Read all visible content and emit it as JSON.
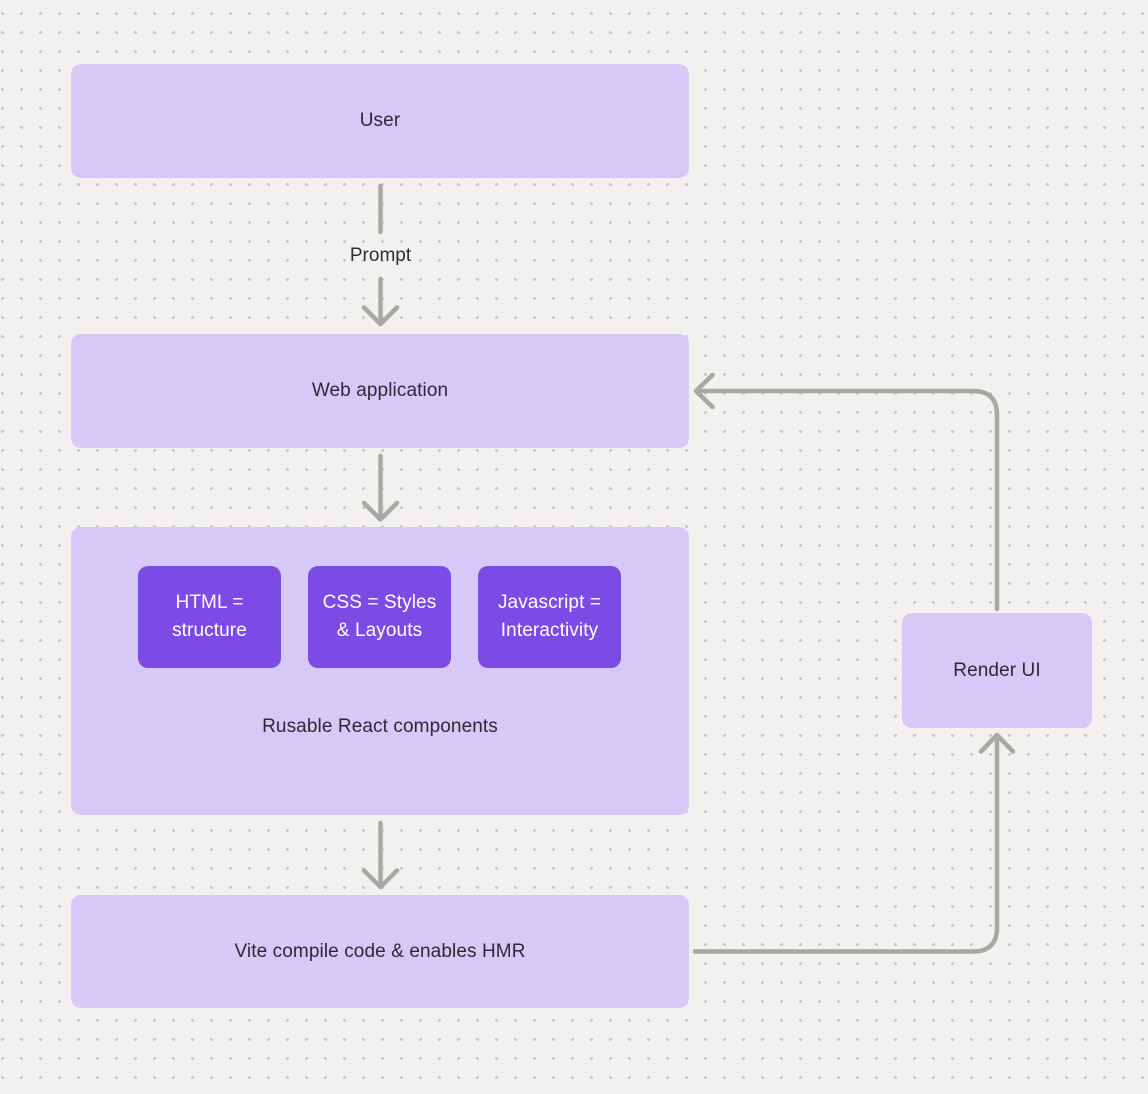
{
  "diagram": {
    "nodes": {
      "user": {
        "label": "User"
      },
      "web_application": {
        "label": "Web application"
      },
      "components_group": {
        "caption": "Rusable React components",
        "items": [
          {
            "label": "HTML = structure"
          },
          {
            "label": "CSS = Styles & Layouts"
          },
          {
            "label": "Javascript = Interactivity"
          }
        ]
      },
      "vite": {
        "label": "Vite compile code & enables HMR"
      },
      "render_ui": {
        "label": "Render UI"
      }
    },
    "connectors": {
      "user_to_webapp": {
        "label": "Prompt"
      }
    },
    "colors": {
      "background": "#f2f1ef",
      "grid_dot": "#c9c6c3",
      "node_fill": "#d7c9f7",
      "accent_fill": "#7c4be6",
      "accent_text": "#ffffff",
      "arrow": "#a9a7a4",
      "text": "#2b2933"
    }
  }
}
